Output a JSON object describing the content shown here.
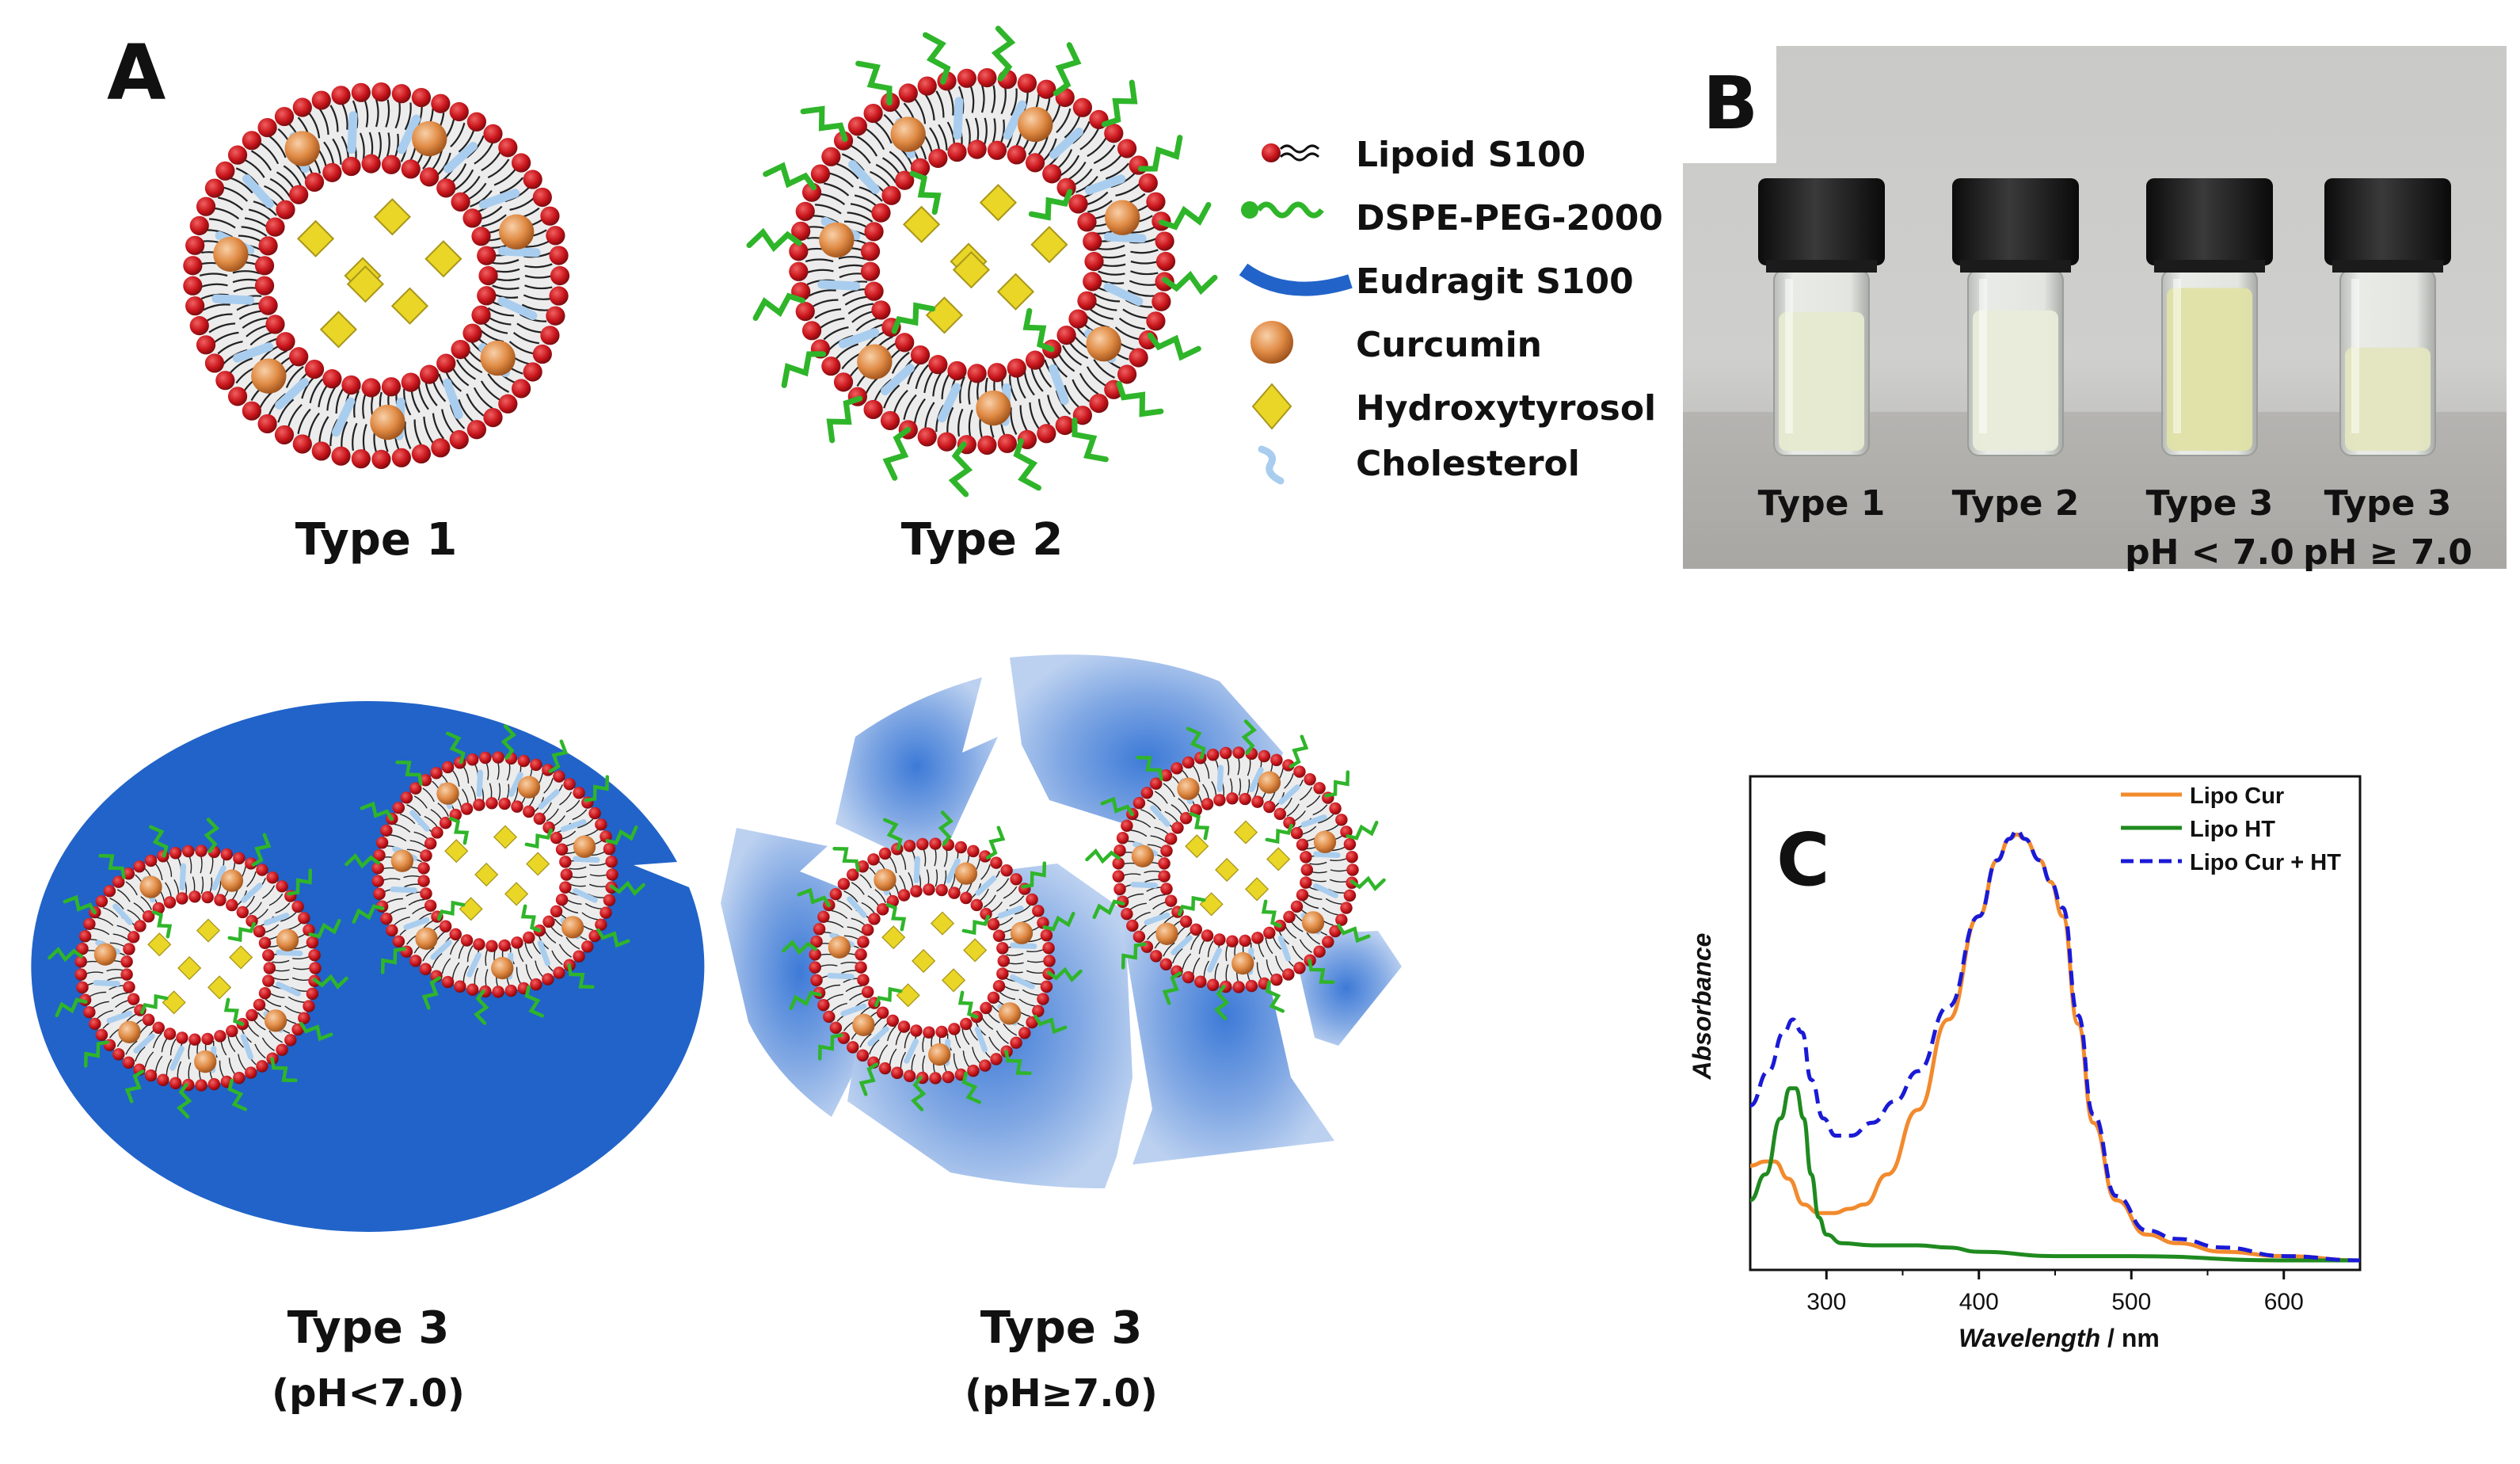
{
  "panel_a": {
    "letter": "A",
    "type1_title": "Type 1",
    "type2_title": "Type 2",
    "type3a_title": "Type 3",
    "type3a_sub": "(pH<7.0)",
    "type3b_title": "Type 3",
    "type3b_sub": "(pH≥7.0)"
  },
  "legend": {
    "items": [
      {
        "label": "Lipoid S100",
        "icon": "lipid-icon"
      },
      {
        "label": "DSPE-PEG-2000",
        "icon": "peg-chain-icon"
      },
      {
        "label": "Eudragit S100",
        "icon": "eudragit-arc-icon"
      },
      {
        "label": "Curcumin",
        "icon": "curcumin-sphere-icon"
      },
      {
        "label": "Hydroxytyrosol",
        "icon": "hydroxytyrosol-diamond-icon"
      },
      {
        "label": "Cholesterol",
        "icon": "cholesterol-icon"
      }
    ]
  },
  "panel_b": {
    "letter": "B",
    "vials": [
      {
        "line1": "Type 1",
        "line2": "",
        "liquid": "#e5ead0"
      },
      {
        "line1": "Type 2",
        "line2": "",
        "liquid": "#e9ecd9"
      },
      {
        "line1": "Type 3",
        "line2": "pH < 7.0",
        "liquid": "#dfe1a6"
      },
      {
        "line1": "Type 3",
        "line2": "pH ≥ 7.0",
        "liquid": "#e3e6bf"
      }
    ]
  },
  "colors": {
    "lipid_head": "#c8141b",
    "peg": "#2fb52a",
    "eudragit": "#2163c9",
    "curcumin": "#e08b45",
    "hydroxytyrosol": "#e9d626",
    "cholesterol": "#a9cdee",
    "lipo_cur": "#f28a2e",
    "lipo_ht": "#1f8a1f",
    "lipo_cur_ht": "#1a1ad6"
  },
  "chart_data": {
    "type": "line",
    "panel_letter": "C",
    "xlabel_italic": "Wavelength",
    "xlabel_unit": " / nm",
    "ylabel": "Absorbance",
    "xlim": [
      250,
      650
    ],
    "ylim": [
      0,
      1.0
    ],
    "xticks": [
      300,
      400,
      500,
      600
    ],
    "legend_position": "top-right",
    "series": [
      {
        "name": "Lipo Cur",
        "color": "#f28a2e",
        "dash": false,
        "x": [
          250,
          260,
          266,
          275,
          285,
          295,
          305,
          315,
          325,
          340,
          360,
          380,
          400,
          412,
          420,
          425,
          430,
          440,
          447,
          455,
          465,
          475,
          490,
          510,
          530,
          560,
          600,
          650
        ],
        "y": [
          0.22,
          0.23,
          0.23,
          0.19,
          0.13,
          0.11,
          0.11,
          0.12,
          0.13,
          0.2,
          0.35,
          0.56,
          0.8,
          0.93,
          0.98,
          0.99,
          0.98,
          0.93,
          0.88,
          0.8,
          0.55,
          0.32,
          0.14,
          0.06,
          0.04,
          0.02,
          0.01,
          0.0
        ]
      },
      {
        "name": "Lipo HT",
        "color": "#1f8a1f",
        "dash": false,
        "x": [
          250,
          260,
          270,
          276,
          280,
          285,
          290,
          295,
          300,
          310,
          330,
          360,
          380,
          400,
          450,
          500,
          600,
          650
        ],
        "y": [
          0.14,
          0.2,
          0.33,
          0.4,
          0.4,
          0.33,
          0.2,
          0.1,
          0.06,
          0.04,
          0.035,
          0.035,
          0.03,
          0.02,
          0.01,
          0.01,
          0.0,
          0.0
        ]
      },
      {
        "name": "Lipo Cur + HT",
        "color": "#1a1ad6",
        "dash": true,
        "x": [
          250,
          262,
          272,
          278,
          284,
          290,
          298,
          306,
          316,
          330,
          345,
          360,
          380,
          400,
          412,
          420,
          425,
          430,
          440,
          447,
          455,
          465,
          475,
          490,
          510,
          530,
          560,
          600,
          650
        ],
        "y": [
          0.36,
          0.44,
          0.53,
          0.56,
          0.53,
          0.42,
          0.33,
          0.29,
          0.29,
          0.32,
          0.37,
          0.44,
          0.59,
          0.8,
          0.93,
          0.98,
          1.0,
          0.98,
          0.93,
          0.88,
          0.82,
          0.57,
          0.34,
          0.15,
          0.07,
          0.05,
          0.03,
          0.01,
          0.0
        ]
      }
    ]
  }
}
